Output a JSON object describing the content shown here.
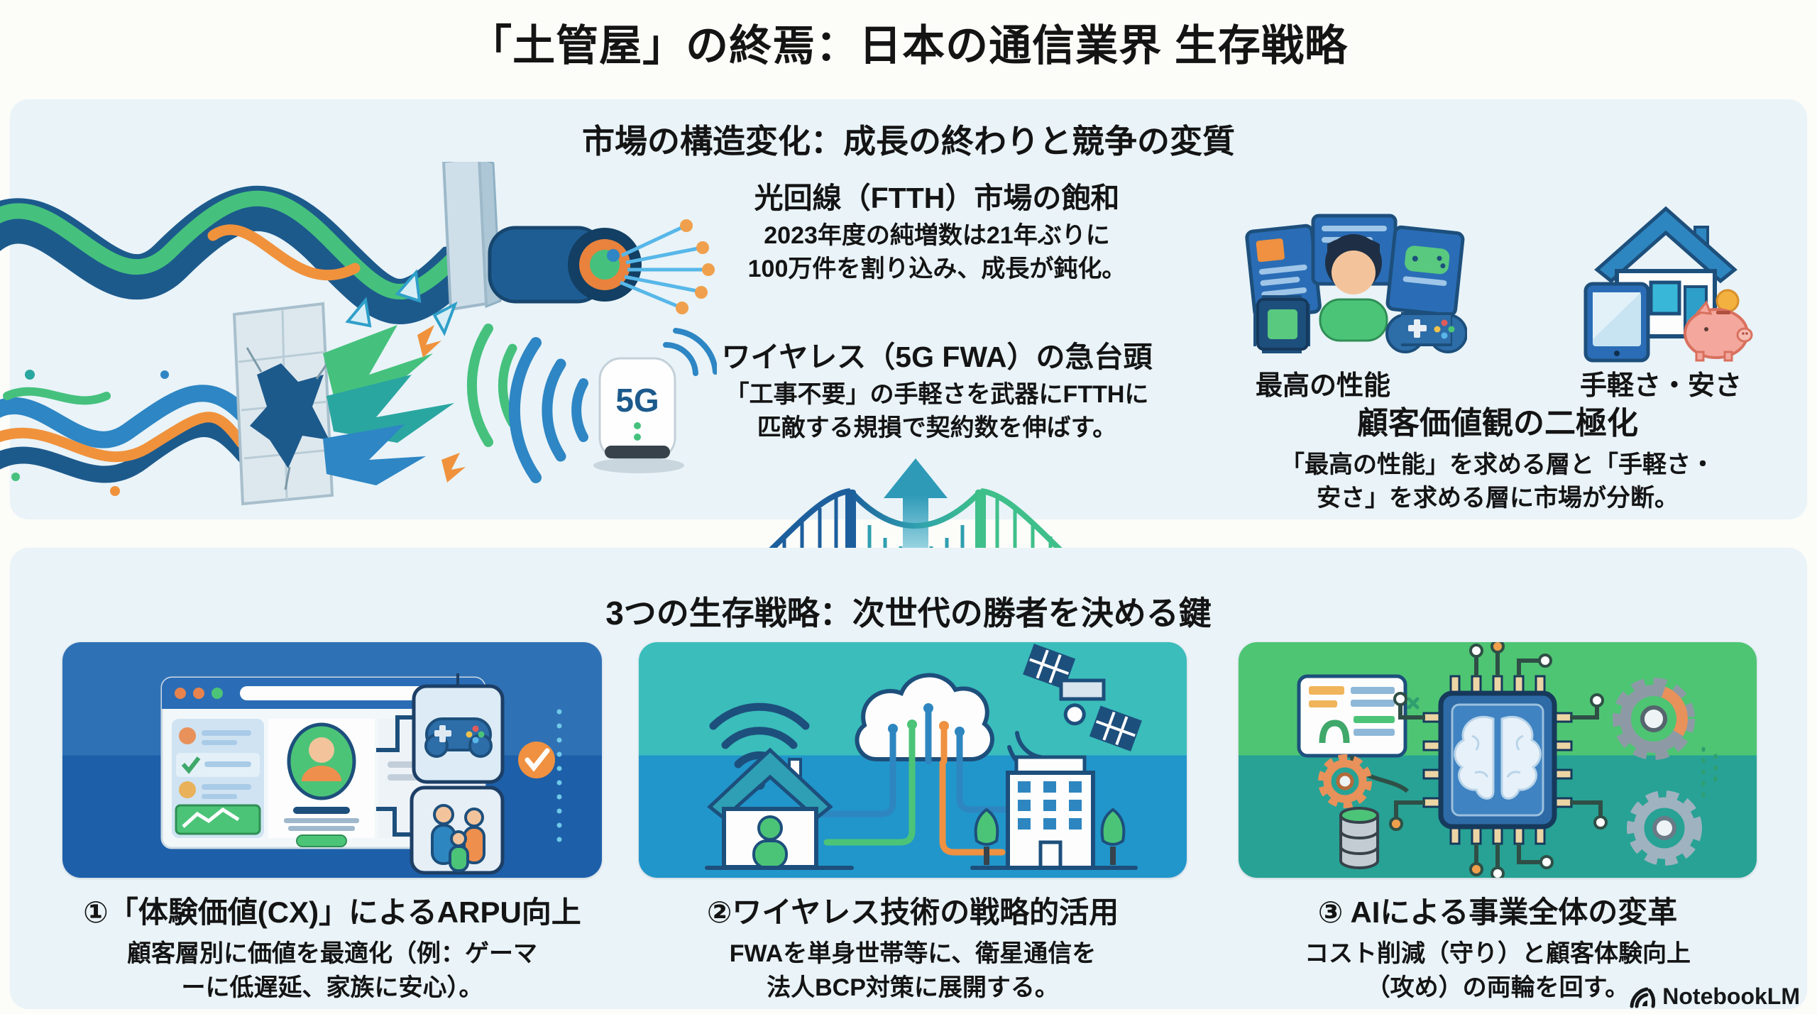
{
  "title": "「土管屋」の終焉：日本の通信業界 生存戦略",
  "market_section": {
    "heading": "市場の構造変化：成長の終わりと競争の変質",
    "ftth": {
      "heading": "光回線（FTTH）市場の飽和",
      "line1": "2023年度の純増数は21年ぶりに",
      "line2": "100万件を割り込み、成長が鈍化。"
    },
    "fwa": {
      "heading": "ワイヤレス（5G FWA）の急台頭",
      "line1": "「工事不要」の手軽さを武器にFTTHに",
      "line2": "匹敵する規損で契約数を伸ばす。"
    },
    "device_label": "5G",
    "performance_label": "最高の性能",
    "easy_label": "手軽さ・安さ",
    "polarization": {
      "heading": "顧客価値観の二極化",
      "line1": "「最高の性能」を求める層と「手軽さ・",
      "line2": "安さ」を求める層に市場が分断。"
    }
  },
  "strategy_section": {
    "heading": "3つの生存戦略：次世代の勝者を決める鍵",
    "cards": [
      {
        "heading": "①「体験価値(CX)」によるARPU向上",
        "line1": "顧客層別に価値を最適化（例：ゲーマ",
        "line2": "ーに低遅延、家族に安心）。"
      },
      {
        "heading": "②ワイヤレス技術の戦略的活用",
        "line1": "FWAを単身世帯等に、衛星通信を",
        "line2": "法人BCP対策に展開する。"
      },
      {
        "heading": "③ AIによる事業全体の変革",
        "line1": "コスト削減（守り）と顧客体験向上",
        "line2": "（攻め）の両輪を回す。"
      }
    ]
  },
  "watermark": "NotebookLM",
  "colors": {
    "bg": "#fcfcf9",
    "panel": "#e9f3f8",
    "text": "#141414",
    "card1-top": "#2f71b5",
    "card1-bottom": "#1d5fa9",
    "card2-top": "#3abdbb",
    "card2-bottom": "#2196cb",
    "card3-top": "#4ec573",
    "card3-bottom": "#27a295",
    "navy": "#1d4f7c",
    "blue": "#2e86c4",
    "green": "#45c17d",
    "teal": "#2aa6a0",
    "orange": "#f0923c"
  }
}
